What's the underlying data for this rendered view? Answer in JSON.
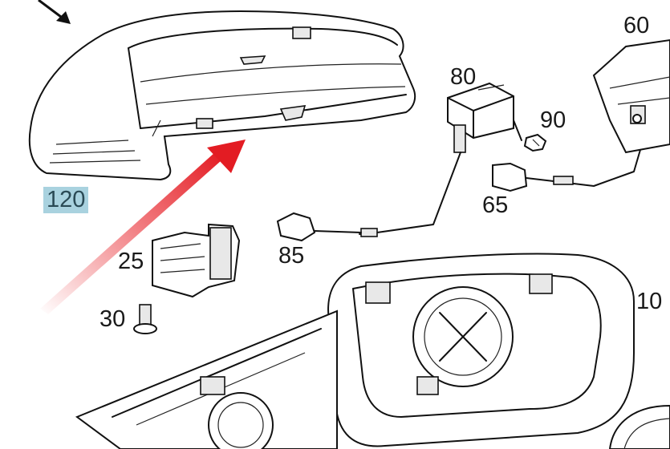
{
  "callouts": {
    "housing_cover": "120",
    "module": "80",
    "screw_small": "90",
    "connector_bracket": "60",
    "connector_65": "65",
    "connector_85": "85",
    "motor": "25",
    "bolt": "30",
    "mirror_glass": "10"
  },
  "colors": {
    "line": "#111111",
    "highlight": "#a9d2df",
    "arrow_red": "#e8232a"
  },
  "icons": {
    "pointer_arrow": "red-arrow-icon",
    "corner_arrow": "black-arrow-icon"
  }
}
